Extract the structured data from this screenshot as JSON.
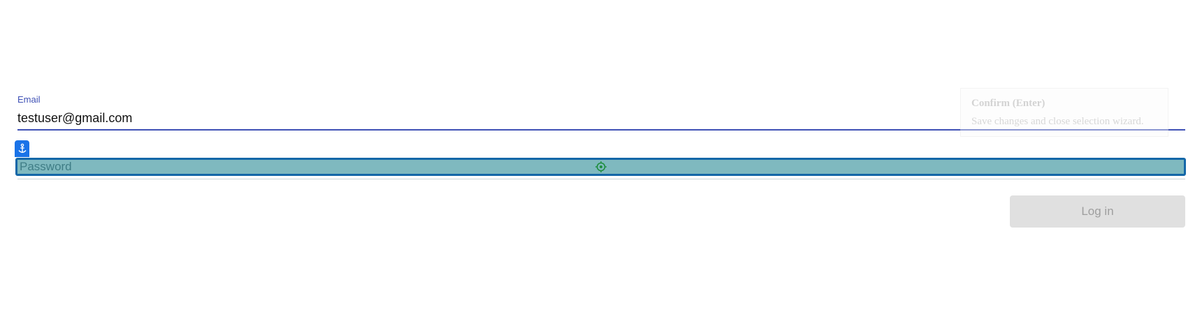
{
  "form": {
    "email": {
      "label": "Email",
      "value": "testuser@gmail.com"
    },
    "password": {
      "placeholder": "Password",
      "value": ""
    },
    "login_button": {
      "label": "Log in"
    }
  },
  "tooltip": {
    "title": "Confirm (Enter)",
    "description": "Save changes and close selection wizard."
  },
  "overlay": {
    "anchor_icon": "anchor-icon",
    "target_icon": "crosshair-icon"
  },
  "colors": {
    "accent": "#3f51b5",
    "highlight_fill": "#7fb9bf",
    "highlight_border": "#1467a8",
    "anchor_badge": "#1a73e8",
    "target_green": "#1e8e3e",
    "button_disabled": "#e0e0e0"
  }
}
